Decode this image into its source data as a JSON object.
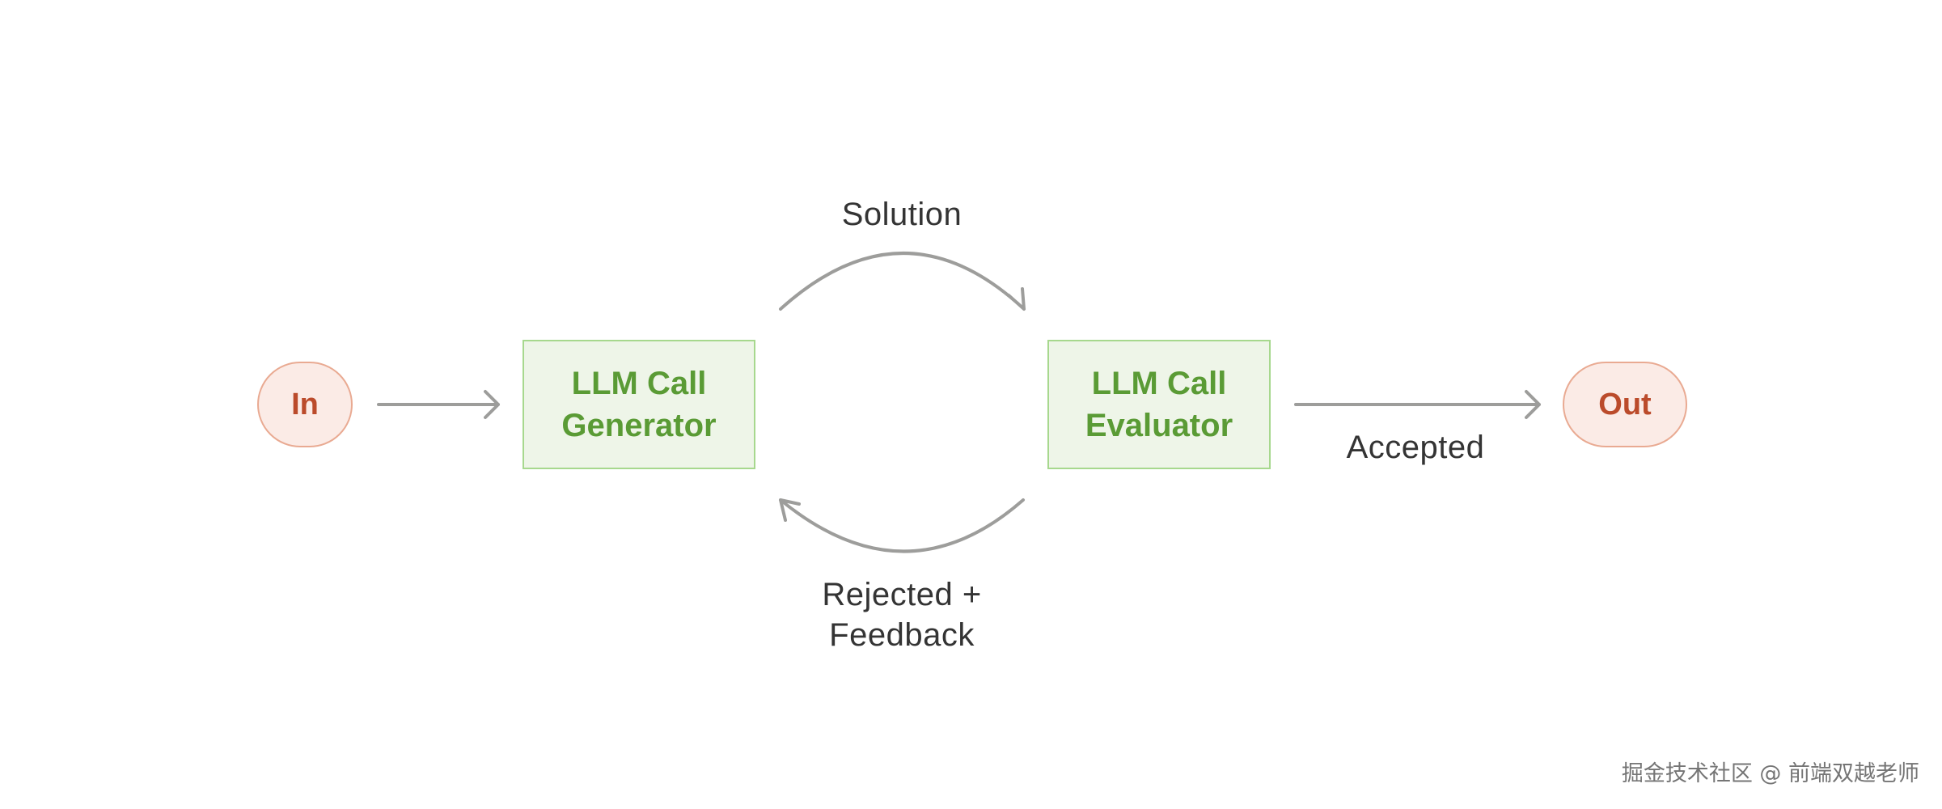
{
  "diagram": {
    "nodes": {
      "input": {
        "label": "In"
      },
      "generator": {
        "line1": "LLM Call",
        "line2": "Generator"
      },
      "evaluator": {
        "line1": "LLM Call",
        "line2": "Evaluator"
      },
      "output": {
        "label": "Out"
      }
    },
    "edges": {
      "solution": {
        "label": "Solution"
      },
      "rejected": {
        "line1": "Rejected +",
        "line2": "Feedback"
      },
      "accepted": {
        "label": "Accepted"
      }
    },
    "colors": {
      "terminal_fill": "#fbebe6",
      "terminal_stroke": "#e9aa92",
      "terminal_text": "#bb4b2b",
      "process_fill": "#eef5e8",
      "process_stroke": "#a7d88e",
      "process_text": "#5a9b35",
      "arrow": "#9d9d9b",
      "label_text": "#343434"
    }
  },
  "watermark": {
    "text": "掘金技术社区 @ 前端双越老师"
  }
}
